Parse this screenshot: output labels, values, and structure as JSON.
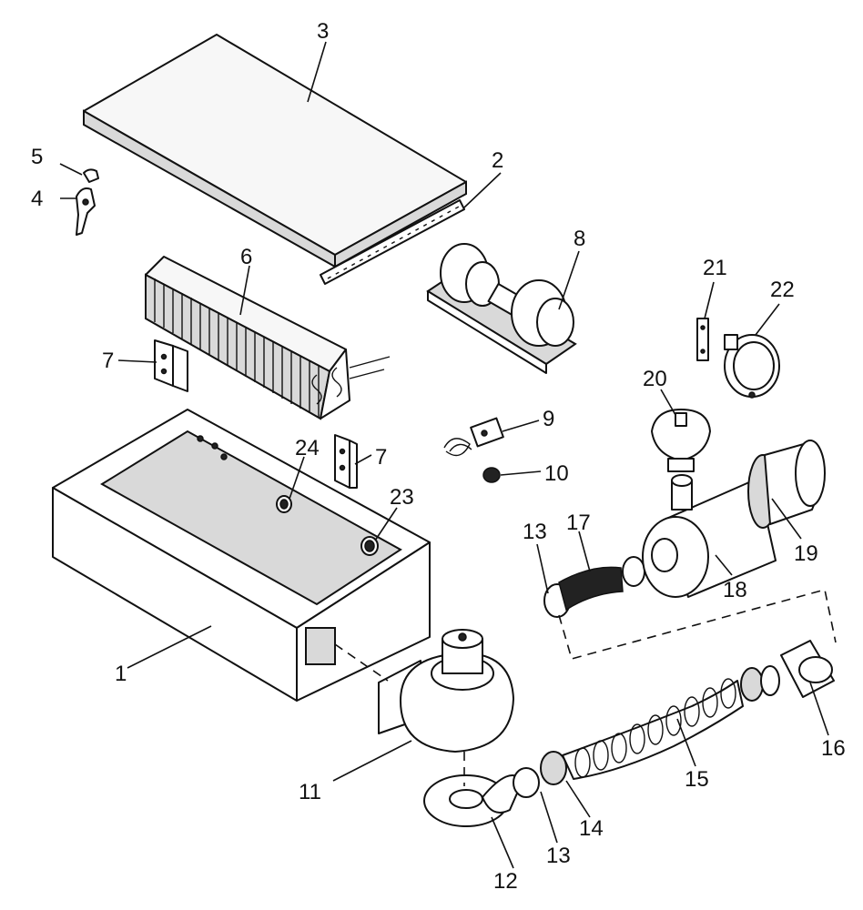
{
  "parts": [
    {
      "id": "1",
      "label": "1"
    },
    {
      "id": "2",
      "label": "2"
    },
    {
      "id": "3",
      "label": "3"
    },
    {
      "id": "4",
      "label": "4"
    },
    {
      "id": "5",
      "label": "5"
    },
    {
      "id": "6",
      "label": "6"
    },
    {
      "id": "7a",
      "label": "7"
    },
    {
      "id": "7b",
      "label": "7"
    },
    {
      "id": "8",
      "label": "8"
    },
    {
      "id": "9",
      "label": "9"
    },
    {
      "id": "10",
      "label": "10"
    },
    {
      "id": "11",
      "label": "11"
    },
    {
      "id": "12",
      "label": "12"
    },
    {
      "id": "13a",
      "label": "13"
    },
    {
      "id": "13b",
      "label": "13"
    },
    {
      "id": "14",
      "label": "14"
    },
    {
      "id": "15",
      "label": "15"
    },
    {
      "id": "16",
      "label": "16"
    },
    {
      "id": "17",
      "label": "17"
    },
    {
      "id": "18",
      "label": "18"
    },
    {
      "id": "19",
      "label": "19"
    },
    {
      "id": "20",
      "label": "20"
    },
    {
      "id": "21",
      "label": "21"
    },
    {
      "id": "22",
      "label": "22"
    },
    {
      "id": "23",
      "label": "23"
    },
    {
      "id": "24",
      "label": "24"
    }
  ]
}
